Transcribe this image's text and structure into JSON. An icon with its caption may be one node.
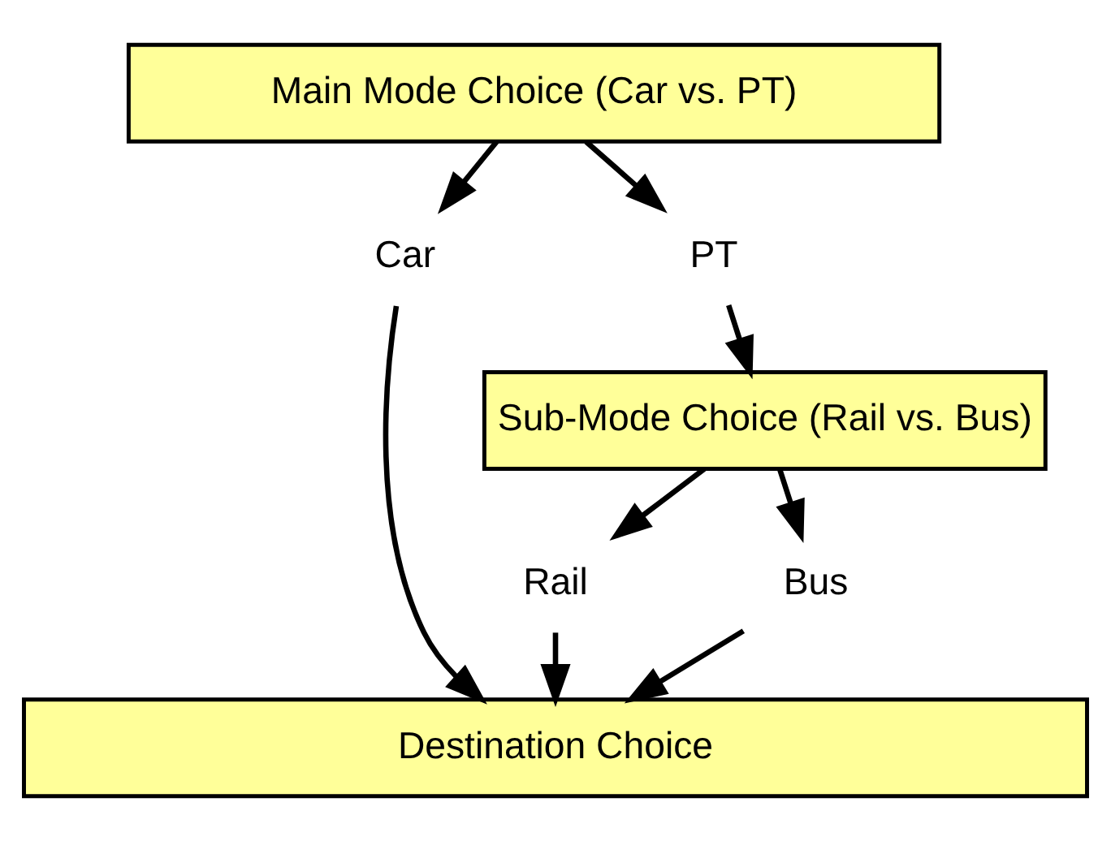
{
  "diagram": {
    "nodes": [
      {
        "text": [
          "Main Mode Choice (Car vs. PT)"
        ]
      },
      {
        "text": [
          "Car"
        ]
      },
      {
        "text": [
          "PT"
        ]
      },
      {
        "text": [
          "Sub-Mode Choice (Rail vs. Bus)"
        ]
      },
      {
        "text": [
          "Rail"
        ]
      },
      {
        "text": [
          "Bus"
        ]
      },
      {
        "text": [
          "Destination Choice"
        ]
      }
    ],
    "edges": [
      {
        "from": 0,
        "to": 1,
        "arrow": "to"
      },
      {
        "from": 0,
        "to": 2,
        "arrow": "to"
      },
      {
        "from": 1,
        "to": 6,
        "arrow": "to"
      },
      {
        "from": 2,
        "to": 3,
        "arrow": "to"
      },
      {
        "from": 3,
        "to": 4,
        "arrow": "to"
      },
      {
        "from": 3,
        "to": 5,
        "arrow": "to"
      },
      {
        "from": 4,
        "to": 6,
        "arrow": "to"
      },
      {
        "from": 5,
        "to": 6,
        "arrow": "to"
      }
    ]
  }
}
